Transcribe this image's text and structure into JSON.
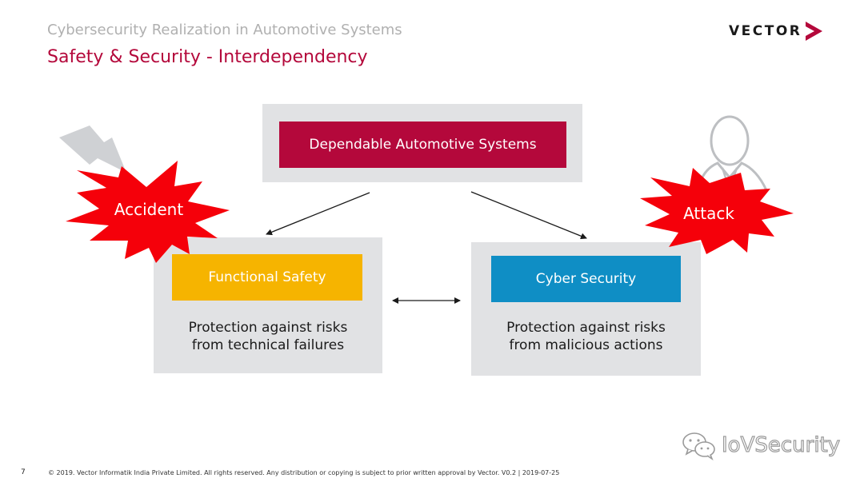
{
  "header": {
    "subtitle": "Cybersecurity Realization in Automotive Systems",
    "title": "Safety & Security - Interdependency",
    "logo_text": "VECTOR"
  },
  "diagram": {
    "top_label": "Dependable Automotive Systems",
    "left_label": "Functional Safety",
    "left_desc_line1": "Protection against risks",
    "left_desc_line2": "from technical failures",
    "right_label": "Cyber Security",
    "right_desc_line1": "Protection against risks",
    "right_desc_line2": "from malicious actions",
    "accident_label": "Accident",
    "attack_label": "Attack"
  },
  "footer": {
    "page_number": "7",
    "copyright": "© 2019. Vector Informatik India Private Limited. All rights reserved. Any distribution or copying is subject to prior written approval by Vector. V0.2 | 2019-07-25",
    "watermark": "IoVSecurity"
  },
  "colors": {
    "title_red": "#b4083b",
    "subtitle_gray": "#b0b0b0",
    "box_gray": "#e1e2e4",
    "safety_yellow": "#f6b400",
    "security_blue": "#0f8ec5",
    "burst_red": "#f5000a"
  },
  "icons": {
    "logo_chevron": "chevron-right-icon",
    "lightning": "lightning-bolt-icon",
    "attacker": "person-silhouette-icon",
    "accident_burst": "starburst-icon",
    "attack_burst": "starburst-icon",
    "watermark": "wechat-icon"
  }
}
